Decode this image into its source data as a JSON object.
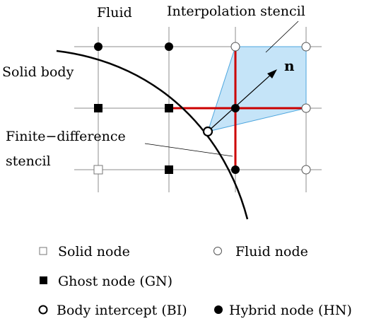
{
  "labels": {
    "fluid": "Fluid",
    "interpolation_stencil": "Interpolation stencil",
    "solid_body": "Solid body",
    "normal": "n",
    "fd_line1": "Finite−difference",
    "fd_line2": "stencil"
  },
  "legend": {
    "solid_node": "Solid node",
    "fluid_node": "Fluid node",
    "ghost_node": "Ghost node (GN)",
    "body_intercept": "Body intercept (BI)",
    "hybrid_node": "Hybrid node (HN)"
  },
  "colors": {
    "stencil_fill": "#c5e4f8",
    "stencil_stroke": "#4da6de",
    "fd_stencil": "#cc0000",
    "grid": "#888888"
  }
}
